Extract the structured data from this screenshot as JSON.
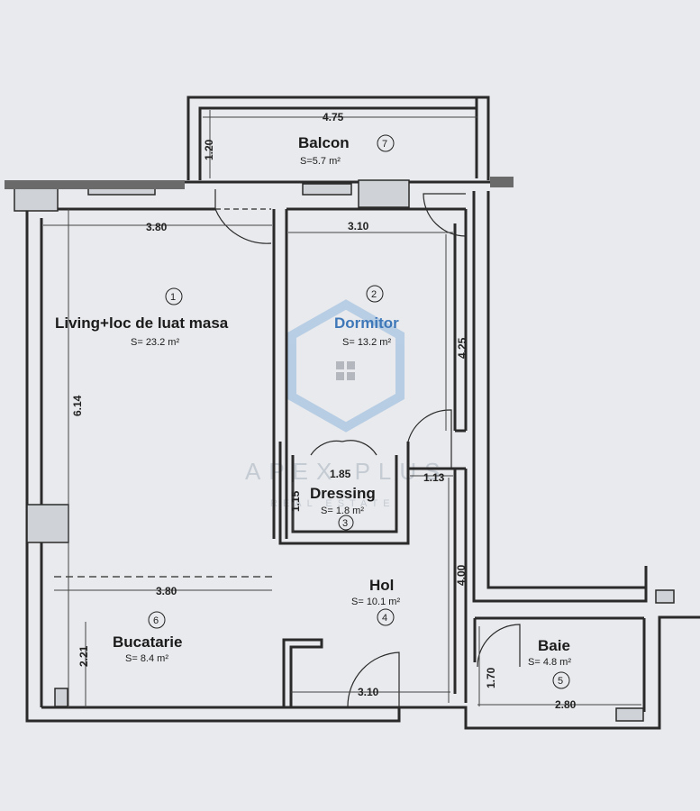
{
  "rooms": [
    {
      "name": "Balcon",
      "area": "S=5.7 m²",
      "number": "7"
    },
    {
      "name": "Living+loc de luat masa",
      "area": "S= 23.2 m²",
      "number": "1"
    },
    {
      "name": "Dormitor",
      "area": "S= 13.2 m²",
      "number": "2"
    },
    {
      "name": "Dressing",
      "area": "S= 1.8 m²",
      "number": "3"
    },
    {
      "name": "Hol",
      "area": "S= 10.1 m²",
      "number": "4"
    },
    {
      "name": "Baie",
      "area": "S= 4.8 m²",
      "number": "5"
    },
    {
      "name": "Bucatarie",
      "area": "S= 8.4 m²",
      "number": "6"
    }
  ],
  "dimensions": {
    "balcon_width": "4.75",
    "balcon_depth": "1.20",
    "living_width": "3.80",
    "dormitor_width": "3.10",
    "dormitor_depth": "4.25",
    "living_depth": "6.14",
    "dressing_width": "1.85",
    "dressing_depth": "1.15",
    "dressing_side": "1.13",
    "hol_depth": "4.00",
    "bucatarie_width": "3.80",
    "bucatarie_depth": "2.21",
    "hol_width": "3.10",
    "baie_depth": "1.70",
    "baie_width": "2.80"
  },
  "watermark": {
    "brand": "APEX PLUS",
    "tagline": "REAL ESTATE",
    "color": "#6b9fd0"
  },
  "colors": {
    "wall": "#2a2a2a",
    "paper": "#e9eaed"
  }
}
